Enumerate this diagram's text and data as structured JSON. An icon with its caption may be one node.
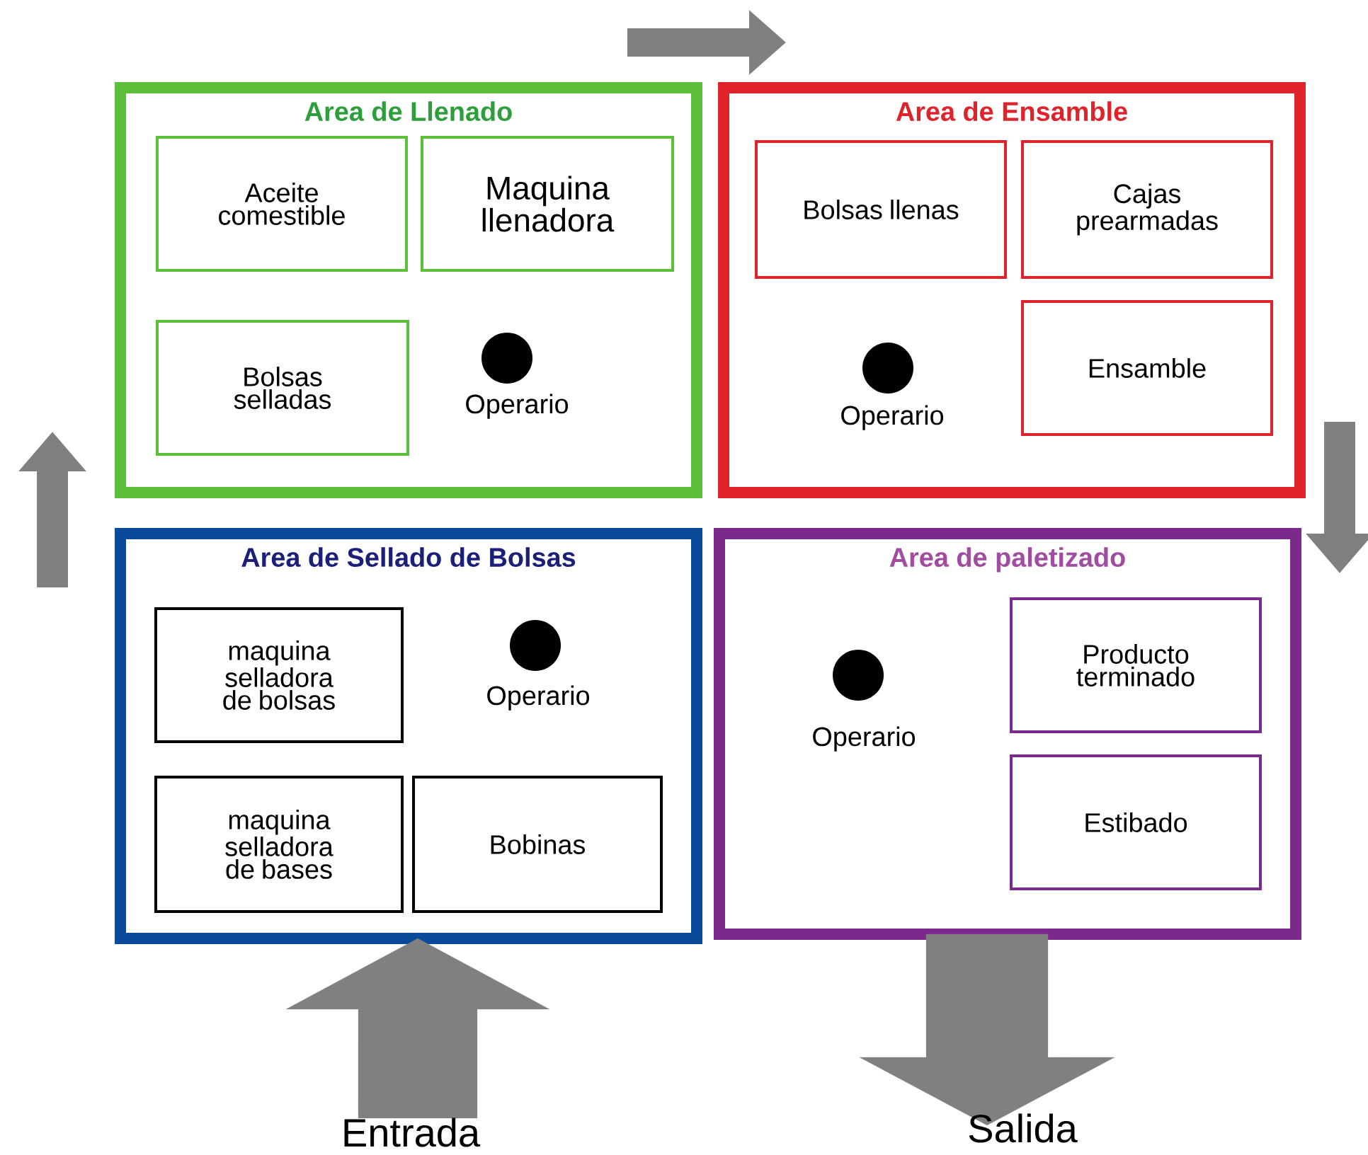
{
  "diagram": {
    "nodes": [
      {
        "text": [
          "Area de Llenado"
        ]
      },
      {
        "text": [
          "Aceite comestible"
        ],
        "in": 0
      },
      {
        "text": [
          "Maquina llenadora"
        ],
        "in": 0
      },
      {
        "text": [
          "Bolsas selladas"
        ],
        "in": 0
      },
      {
        "text": [],
        "shape": "circle",
        "beside": [
          "Operario"
        ],
        "in": 0
      },
      {
        "text": [
          "Area de Ensamble"
        ]
      },
      {
        "text": [
          "Bolsas llenas"
        ],
        "in": 5
      },
      {
        "text": [
          "Cajas prearmadas"
        ],
        "in": 5
      },
      {
        "text": [],
        "shape": "circle",
        "beside": [
          "Operario"
        ],
        "in": 5
      },
      {
        "text": [
          "Ensamble"
        ],
        "in": 5
      },
      {
        "text": [
          "Area de Sellado de Bolsas"
        ]
      },
      {
        "text": [
          "maquina selladora de bolsas"
        ],
        "in": 10
      },
      {
        "text": [],
        "shape": "circle",
        "beside": [
          "Operario"
        ],
        "in": 10
      },
      {
        "text": [
          "maquina selladora de bases"
        ],
        "in": 10
      },
      {
        "text": [
          "Bobinas"
        ],
        "in": 10
      },
      {
        "text": [
          "Area de paletizado"
        ]
      },
      {
        "text": [],
        "shape": "circle",
        "beside": [
          "Operario"
        ],
        "in": 15
      },
      {
        "text": [
          "Producto terminado"
        ],
        "in": 15
      },
      {
        "text": [
          "Estibado"
        ],
        "in": 15
      }
    ],
    "edges": [
      {
        "from": 0,
        "to": 5,
        "arrow": "to"
      },
      {
        "from": 5,
        "to": 15,
        "arrow": "to"
      },
      {
        "from": 10,
        "to": 0,
        "arrow": "to"
      },
      {
        "from": null,
        "to": 10,
        "arrow": "to",
        "style": "thick"
      },
      {
        "from": 15,
        "to": null,
        "arrow": "to",
        "style": "thick"
      }
    ],
    "labels": [
      "Entrada",
      "Salida"
    ]
  }
}
